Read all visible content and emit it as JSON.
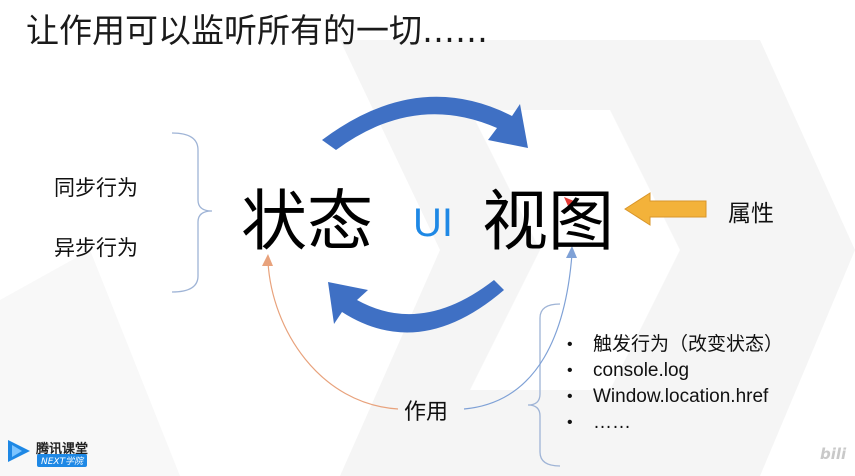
{
  "slide": {
    "title": "让作用可以监听所有的一切……",
    "left_items": [
      "同步行为",
      "异步行为"
    ],
    "state_label": "状态",
    "ui_label": "UI",
    "view_label": "视图",
    "attribute_label": "属性",
    "effect_label": "作用",
    "effect_list": [
      "触发行为（改变状态）",
      "console.log",
      "Window.location.href",
      "……"
    ],
    "bullet_glyph": "•"
  },
  "branding": {
    "logo_text": "腾讯课堂",
    "logo_subtext": "NEXT学院",
    "video_watermark": "bili"
  },
  "colors": {
    "cycle_arrow": "#3f70c4",
    "ui_text": "#1e88e5",
    "attribute_arrow": "#f3b23a",
    "state_link": "#e8a27c",
    "view_link": "#7fa1d6",
    "bracket": "#9fb4d6"
  }
}
